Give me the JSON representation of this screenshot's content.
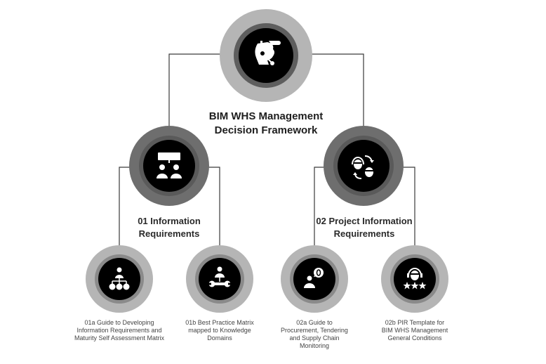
{
  "colors": {
    "connector": "#3a3a3a",
    "outer_ring_light": "#b5b5b5",
    "outer_ring_dark": "#6e6e6e",
    "inner_ring": "#5a5a5a",
    "inner_ring_light": "#8a8a8a",
    "core": "#000000",
    "icon": "#ffffff"
  },
  "root": {
    "icon": "headset-support-agent-icon",
    "title_lines": [
      "BIM WHS Management",
      "Decision Framework"
    ]
  },
  "branches": [
    {
      "icon": "team-presentation-icon",
      "title_lines": [
        "01 Information",
        "Requirements"
      ],
      "children": [
        {
          "icon": "hierarchy-org-chart-icon",
          "label_lines": [
            "01a Guide to Developing",
            "Information Requirements and",
            "Maturity Self Assessment Matrix"
          ]
        },
        {
          "icon": "person-wrench-icon",
          "label_lines": [
            "01b Best Practice Matrix",
            "mapped to Knowledge",
            "Domains"
          ]
        }
      ]
    },
    {
      "icon": "exchange-communication-icon",
      "title_lines": [
        "02 Project Information",
        "Requirements"
      ],
      "children": [
        {
          "icon": "person-speech-bubble-icon",
          "label_lines": [
            "02a Guide to",
            "Procurement, Tendering",
            "and Supply Chain",
            "Monitoring"
          ]
        },
        {
          "icon": "headset-star-rating-icon",
          "label_lines": [
            "02b PIR  Template for",
            "BIM WHS Management",
            "General Conditions"
          ]
        }
      ]
    }
  ]
}
